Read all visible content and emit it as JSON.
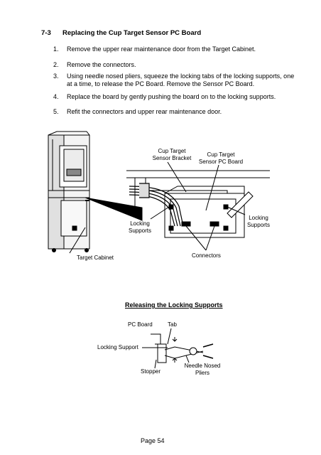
{
  "section": {
    "number": "7-3",
    "title": "Replacing the Cup Target Sensor PC Board"
  },
  "steps": [
    {
      "num": "1.",
      "lines": [
        "Remove the upper rear maintenance door from the Target Cabinet."
      ]
    },
    {
      "num": "2.",
      "lines": [
        "Remove the connectors."
      ]
    },
    {
      "num": "3.",
      "lines": [
        "Using needle nosed pliers, squeeze the locking tabs of the locking supports, one",
        "at a time, to release the PC Board. Remove the Sensor PC Board."
      ]
    },
    {
      "num": "4.",
      "lines": [
        "Replace the board by gently pushing the board on to the locking supports."
      ]
    },
    {
      "num": "5.",
      "lines": [
        "Refit the connectors and upper rear maintenance door."
      ]
    }
  ],
  "figure1": {
    "bracket_label": [
      "Cup Target",
      "Sensor Bracket"
    ],
    "board_label": [
      "Cup Target",
      "Sensor PC Board"
    ],
    "locking_left": [
      "Locking",
      "Supports"
    ],
    "locking_right": [
      "Locking",
      "Supports"
    ],
    "cabinet_label": "Target Cabinet",
    "connectors_label": "Connectors"
  },
  "figure2": {
    "title": "Releasing the Locking Supports",
    "pc_board": "PC Board",
    "tab": "Tab",
    "locking_support": "Locking Support",
    "stopper": "Stopper",
    "pliers": [
      "Needle Nosed",
      "Pliers"
    ]
  },
  "footer": {
    "page": "Page 54"
  }
}
